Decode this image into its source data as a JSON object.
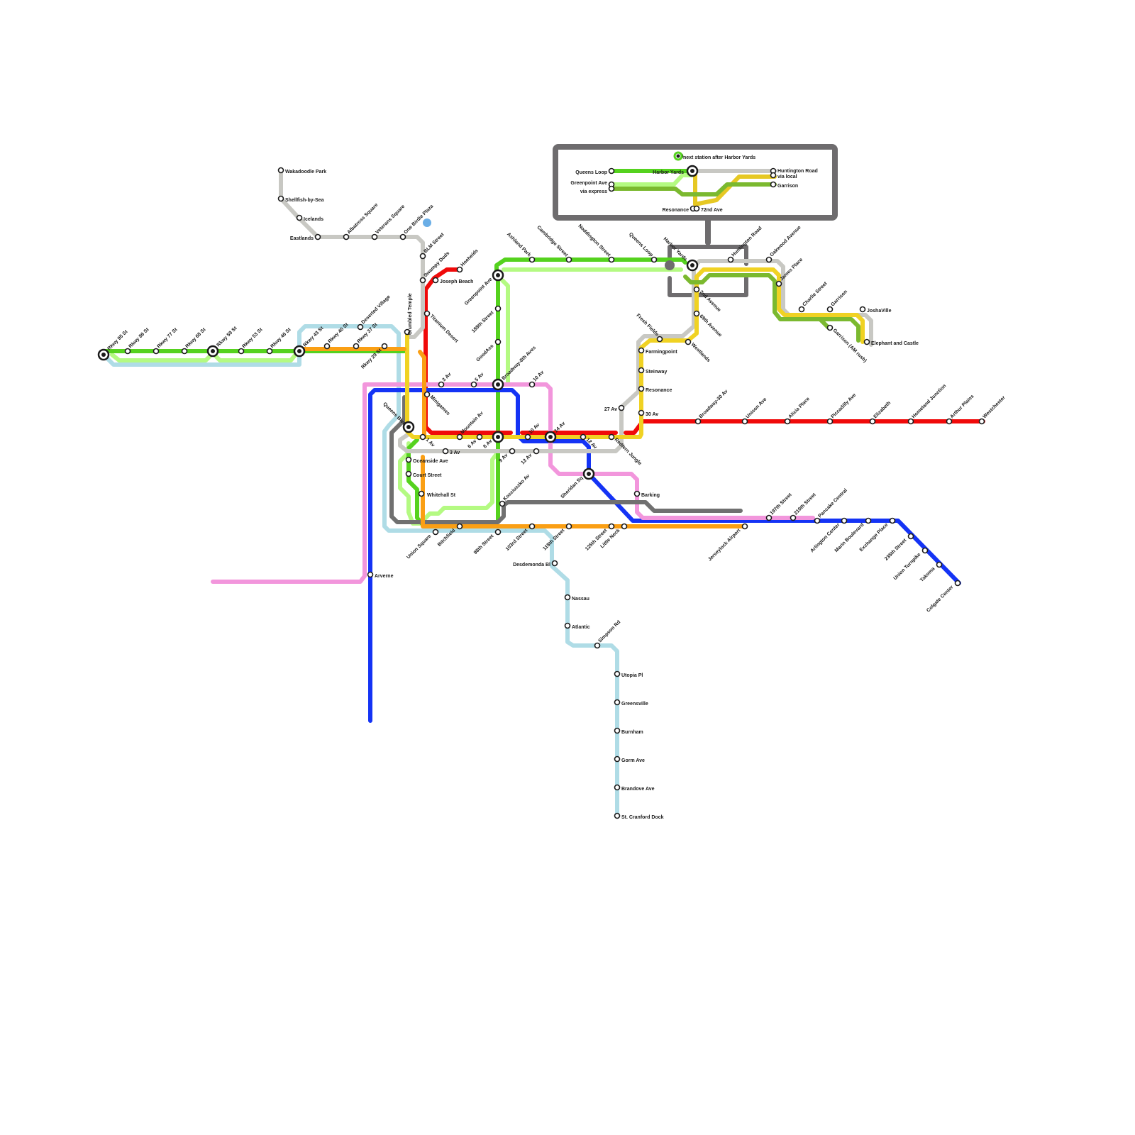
{
  "colors": {
    "red": "#f00a0a",
    "blue": "#1433f5",
    "pink": "#f296dc",
    "green": "#55d21e",
    "light_green": "#b4fa82",
    "olive": "#7bb92f",
    "yellow": "#f0d223",
    "orange": "#fa9f14",
    "grey": "#c8c8c3",
    "dark_grey": "#707070",
    "light_blue": "#afdce6",
    "box": "#6e6c6e",
    "marker_blue": "#6aaee6"
  },
  "legend": {
    "queens_loop": "Queens Loop",
    "greenpoint_express": "Greenpoint Ave",
    "via_express": "via express",
    "harbor_yards": "Harbor Yards",
    "resonance": "Resonance",
    "second_ave": "72nd Ave",
    "huntington": "Huntington Road",
    "via_local": "via local",
    "garrison": "Garrison",
    "note": "next station after Harbor Yards"
  },
  "stations": {
    "wakadoodle_park": "Wakadoodle Park",
    "shellfish": "Shellfish-by-Sea",
    "icelands": "Icelands",
    "eastlands": "Eastlands",
    "albatross": "Albatross Square",
    "veterans": "Veterans Square",
    "one_birdie": "One Birdie Plaza",
    "blm": "BLM Street",
    "swampy": "Swampy Duds",
    "joseph_beach": "Joseph Beach",
    "hoeheids": "Hoeheids",
    "crumbled_temple": "Crumbled Temple",
    "titanium_desert": "Titanium Desert",
    "rkwy95": "Rkwy 95 St",
    "rkwy86": "Rkwy 86 St",
    "rkwy77": "Rkwy 77 St",
    "rkwy68": "Rkwy 68 St",
    "rkwy59": "Rkwy 59 St",
    "rkwy53": "Rkwy 53 St",
    "rkwy46": "Rkwy 46 St",
    "rkwy43": "Rkwy 43 St",
    "rkwy40": "Rkwy 40 St",
    "deserted_village": "Deserted Village",
    "rkwy37": "Rkwy 37 St",
    "rkwy29": "Rkwy 29 St",
    "queens_blvd": "Queens Blvd",
    "minigames": "Minigames",
    "av3a": "3 Av",
    "av5a": "5 Av",
    "broadway8": "Broadway-8th Aves",
    "av10": "10 Av",
    "greenpoint_ave": "Greenpoint Ave",
    "st188": "188th Street",
    "goodass": "GoodAss",
    "ashland": "Ashland Park",
    "cambridge": "Cambridge Street",
    "noddington": "Noddington Street",
    "queens_loop2": "Queens Loop",
    "harbor_yards2": "Harbor Yards",
    "huntington2": "Huntington Road",
    "oakwood": "Oakwood Avenue",
    "james": "James Place",
    "charlie": "Charlie Street",
    "garrison2": "Garrison",
    "garrison_am": "Garrison (AM rush)",
    "joshaville": "JoshaVille",
    "elephant": "Elephant and Castle",
    "second_avenue": "2nd Avenue",
    "ave69": "69th Avenue",
    "westlands": "Westlands",
    "fresh_fields": "Fresh Fields",
    "farmingpoint": "Farmingpoint",
    "steinway": "Steinway",
    "resonance2": "Resonance",
    "av30": "30 Av",
    "av27": "27 Av",
    "broadway30": "Broadway-30 Av",
    "unison": "Unison Ave",
    "alicia": "Alicia Place",
    "piccadilly": "Piccadilly Ave",
    "elizabeth": "Elizabeth",
    "homeland": "Homeland Junction",
    "arthur": "Arthur Plains",
    "westchester": "Westchester",
    "av1": "1 Av",
    "mountain": "Mountain Av",
    "av6": "6 Av",
    "av8": "8 Av",
    "av9": "9 Av",
    "av10b": "10 Av",
    "av14": "14 Av",
    "av12": "12 Av",
    "av13": "13 Av",
    "av3b": "3 Av",
    "redfern": "Redfern Jungle",
    "oceanside": "Oceanside Ave",
    "court": "Court Street",
    "whitehall": "Whitehall St",
    "sheridan": "Sheridan Sq",
    "barking": "Barking",
    "kosciuszko": "Kosciuszko Av",
    "union_square": "Union Square",
    "bitchfield": "Bitchfield",
    "st98": "98th Street",
    "st103": "103rd Street",
    "st118": "118th Street",
    "st125": "125th Street",
    "little_neck": "Little Neck",
    "jerseylock": "Jerseylock Airport",
    "st197": "197th Street",
    "st210": "210th Street",
    "pancake": "Pancake Central",
    "arlington": "Arlington Center",
    "marin": "Marin Boulevard",
    "exchange": "Exchange Place",
    "st235": "235th Street",
    "union_turnpike": "Union Turnpike",
    "takoma": "Takoma",
    "colgate": "Colgate Center",
    "arverne": "Arverne",
    "desdemonda": "Desdemonda Bl",
    "nassau": "Nassau",
    "atlantic": "Atlantic",
    "simpson": "Simpson Rd",
    "utopia": "Utopia Pl",
    "greensville": "Greensville",
    "burnham": "Burnham",
    "gorm": "Gorm Ave",
    "brandove": "Brandove Ave",
    "st_cranford": "St. Cranford Dock"
  }
}
